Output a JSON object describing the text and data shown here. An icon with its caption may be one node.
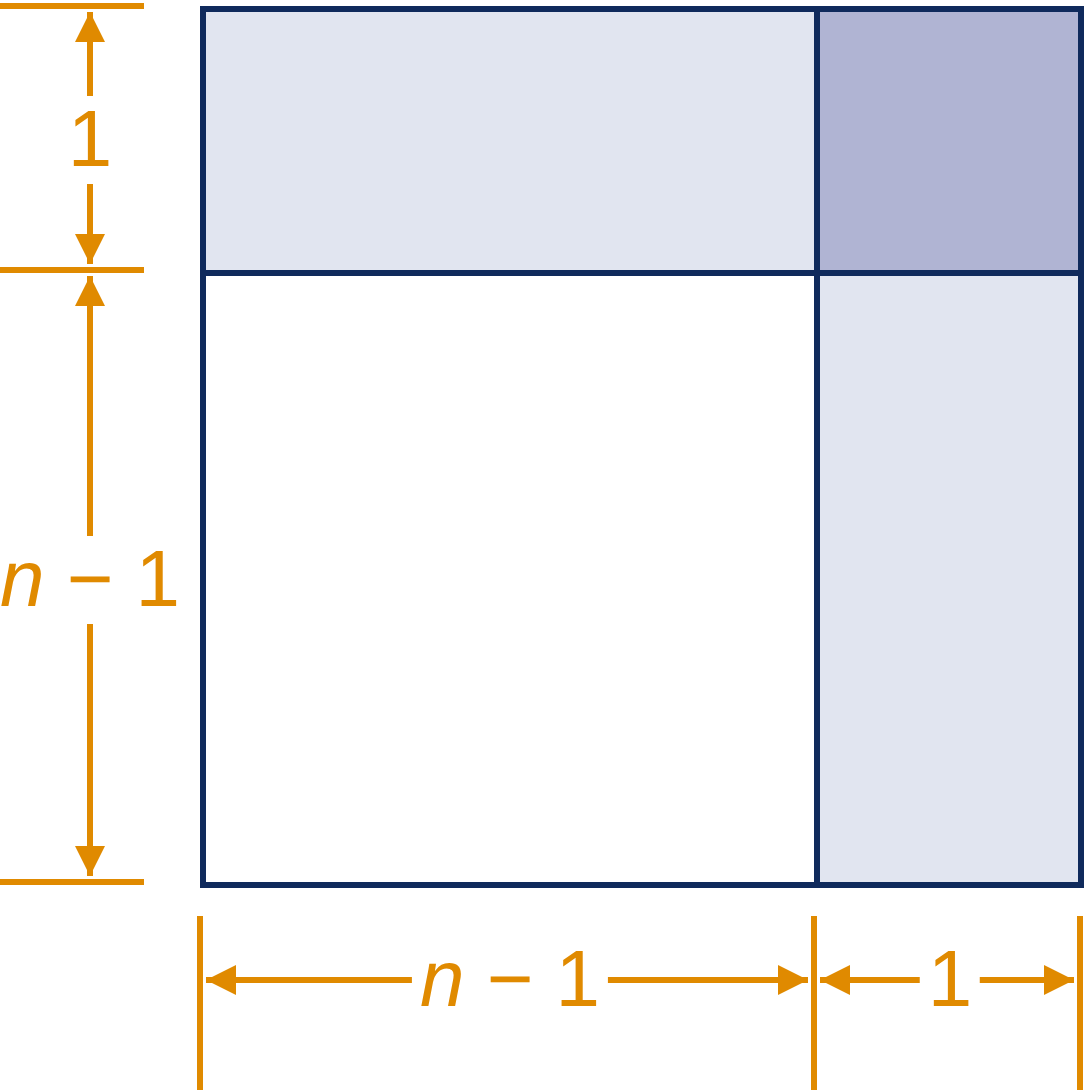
{
  "diagram": {
    "nodes": [
      {
        "text": [],
        "shape": "box"
      },
      {
        "text": [],
        "shape": "box"
      },
      {
        "text": [],
        "shape": "box"
      },
      {
        "text": [],
        "shape": "box"
      }
    ],
    "labels": [
      "1",
      "*n* − 1",
      "*n* − 1",
      "1"
    ]
  }
}
